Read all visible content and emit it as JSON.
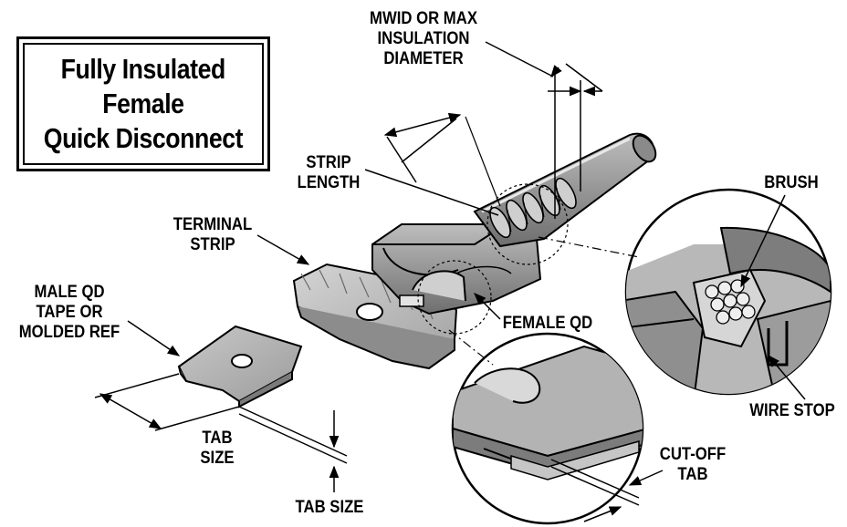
{
  "title": {
    "line1": "Fully Insulated",
    "line2": "Female",
    "line3": "Quick Disconnect"
  },
  "labels": {
    "mwid_line1": "MWID OR MAX",
    "mwid_line2": "INSULATION",
    "mwid_line3": "DIAMETER",
    "strip_line1": "STRIP",
    "strip_line2": "LENGTH",
    "terminal_line1": "TERMINAL",
    "terminal_line2": "STRIP",
    "brush": "BRUSH",
    "male_line1": "MALE QD",
    "male_line2": "TAPE OR",
    "male_line3": "MOLDED REF",
    "female_qd": "FEMALE QD",
    "wire_stop": "WIRE STOP",
    "tab_size_line1": "TAB",
    "tab_size_line2": "SIZE",
    "tab_size_thickness": "TAB SIZE",
    "cutoff_line1": "CUT-OFF",
    "cutoff_line2": "TAB"
  },
  "colors": {
    "line": "#000000",
    "metal_light": "#d9d9d9",
    "metal_mid": "#a8a8a8",
    "metal_dark": "#6e6e6e",
    "background": "#ffffff"
  }
}
